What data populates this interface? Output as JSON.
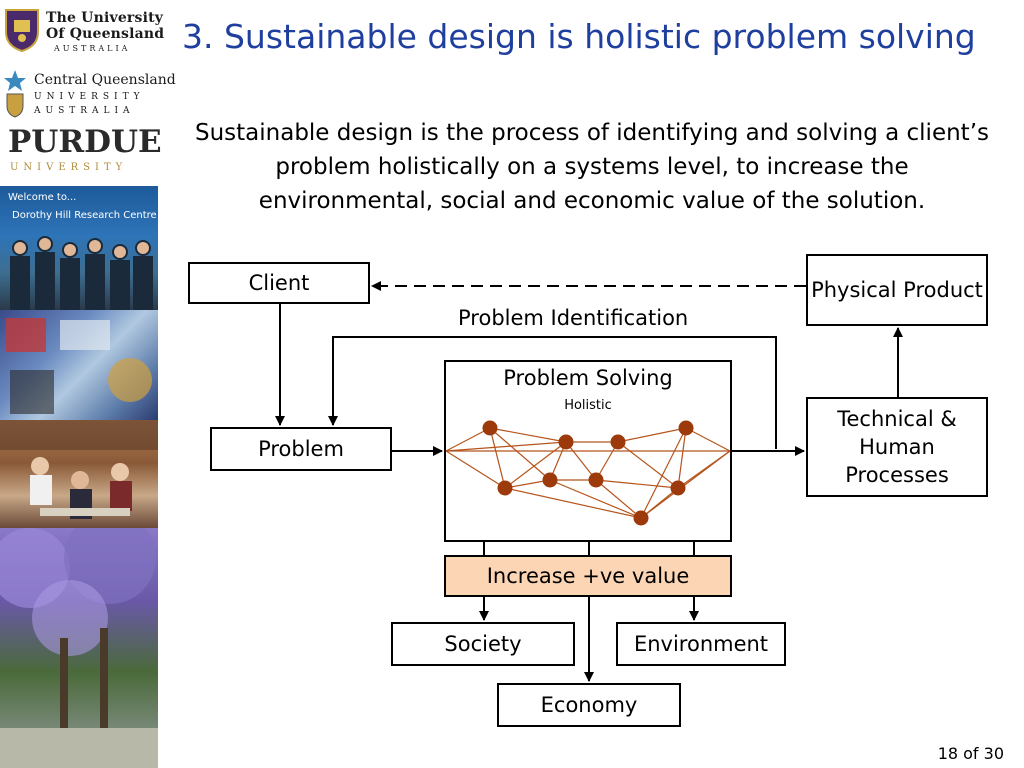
{
  "sidebar": {
    "uq": {
      "line1": "The University",
      "line2": "Of Queensland",
      "line3": "AUSTRALIA"
    },
    "cqu": {
      "line1": "Central Queensland",
      "line2": "UNIVERSITY",
      "line3": "AUSTRALIA"
    },
    "purdue": {
      "line1": "PURDUE",
      "line2": "UNIVERSITY"
    },
    "team_photo": {
      "caption1": "Welcome to...",
      "caption2": "Dorothy Hill Research Centre"
    }
  },
  "slide": {
    "title": "3. Sustainable design is holistic problem solving",
    "intro": "Sustainable design is the process of identifying and solving a client’s problem holistically on a systems level, to increase the environmental, social and economic value of the solution."
  },
  "diagram": {
    "client": "Client",
    "physical_product": "Physical Product",
    "problem_identification": "Problem Identification",
    "problem": "Problem",
    "problem_solving": "Problem Solving",
    "holistic": "Holistic",
    "technical_processes": "Technical & Human Processes",
    "increase_value": "Increase +ve value",
    "society": "Society",
    "environment": "Environment",
    "economy": "Economy",
    "colors": {
      "node": "#9c3a0c",
      "edge": "#b5541c",
      "increase_fill": "#fcd5b4",
      "title": "#1f3f9f"
    }
  },
  "footer": {
    "page": "18 of 30"
  }
}
